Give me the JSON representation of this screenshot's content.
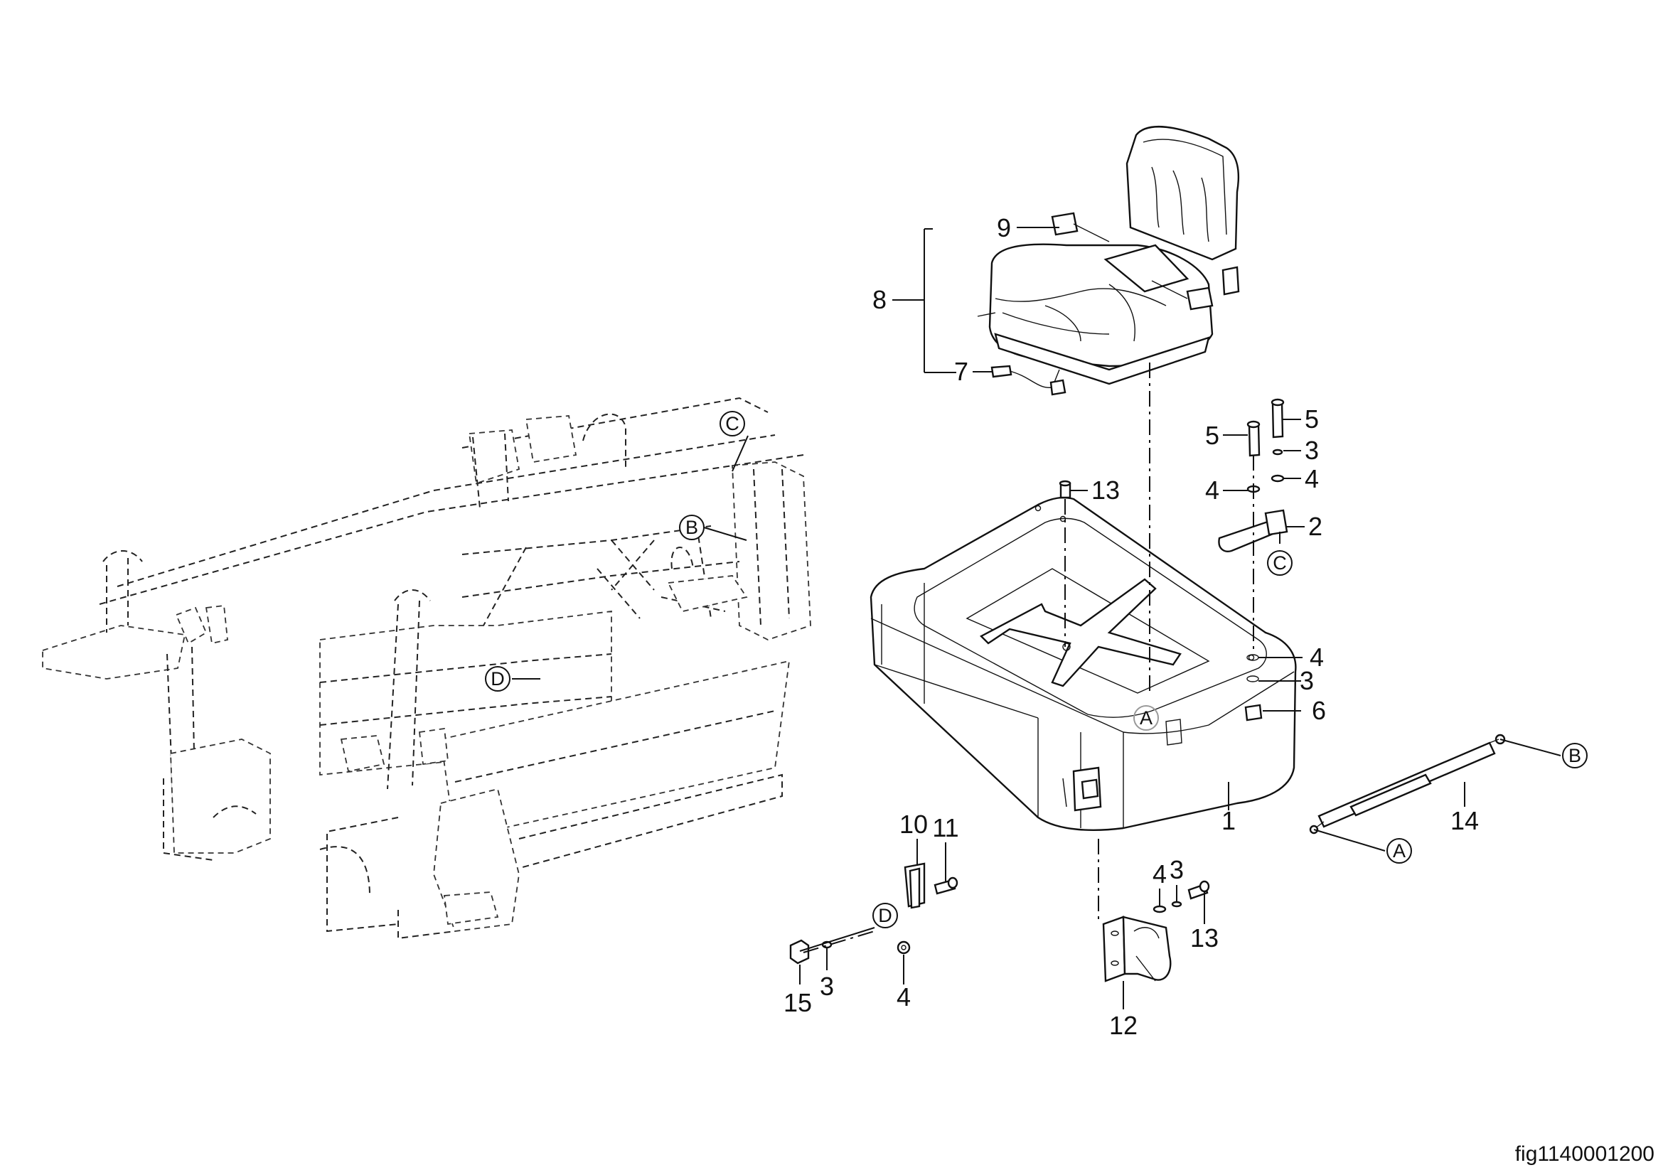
{
  "figure_id": "fig1140001200",
  "callouts": {
    "c1": "1",
    "c2": "2",
    "c3a": "3",
    "c3b": "3",
    "c3c": "3",
    "c3d": "3",
    "c4a": "4",
    "c4b": "4",
    "c4c": "4",
    "c4d": "4",
    "c4e": "4",
    "c5a": "5",
    "c5b": "5",
    "c6": "6",
    "c7": "7",
    "c8": "8",
    "c9": "9",
    "c10": "10",
    "c11": "11",
    "c12": "12",
    "c13a": "13",
    "c13b": "13",
    "c14": "14",
    "c15": "15"
  },
  "circle_refs": {
    "c_frame": "C",
    "b_frame": "B",
    "d_frame": "D",
    "c_hinge": "C",
    "b_strut": "B",
    "a_strut": "A",
    "d_bracket": "D",
    "a_hood": "A"
  },
  "icons": {
    "frame": "chassis-frame-outline",
    "seat": "operator-seat",
    "hood": "seat-pan-hood",
    "strut": "gas-strut",
    "latch": "hood-latch",
    "hinge": "hinge-bracket"
  }
}
